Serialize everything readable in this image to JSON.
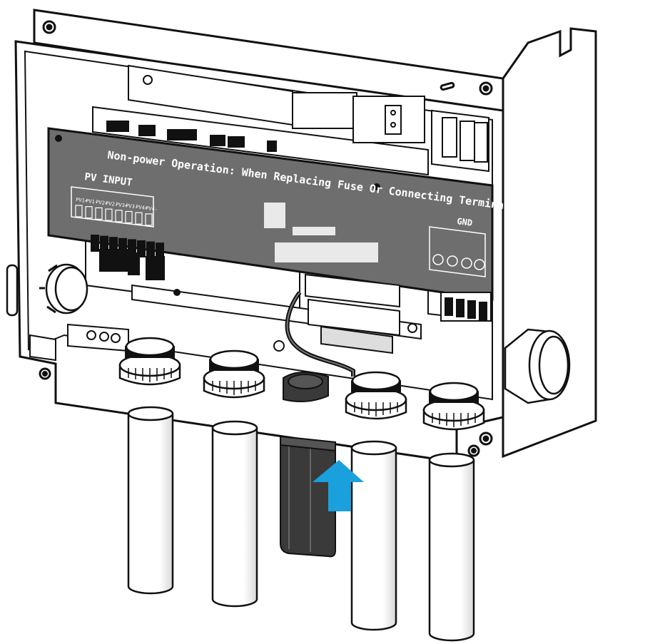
{
  "diagram": {
    "panel_warning": "Non-power Operation: When Replacing Fuse Or Connecting Terminal.",
    "pv_input_label": "PV INPUT",
    "pv_terminal_labels": [
      "PV1+",
      "PV1-",
      "PV2+",
      "PV2-",
      "PV3+",
      "PV3-",
      "PV4+",
      "PV4-"
    ],
    "gnd_label": "GND",
    "colors": {
      "line": "#111111",
      "panel": "#6e6e6e",
      "panel_text": "#ffffff",
      "housing": "#ffffff",
      "arrow": "#1aa0dc",
      "module": "#3a3a3a"
    },
    "icons": [
      "arrow-up-icon"
    ]
  }
}
